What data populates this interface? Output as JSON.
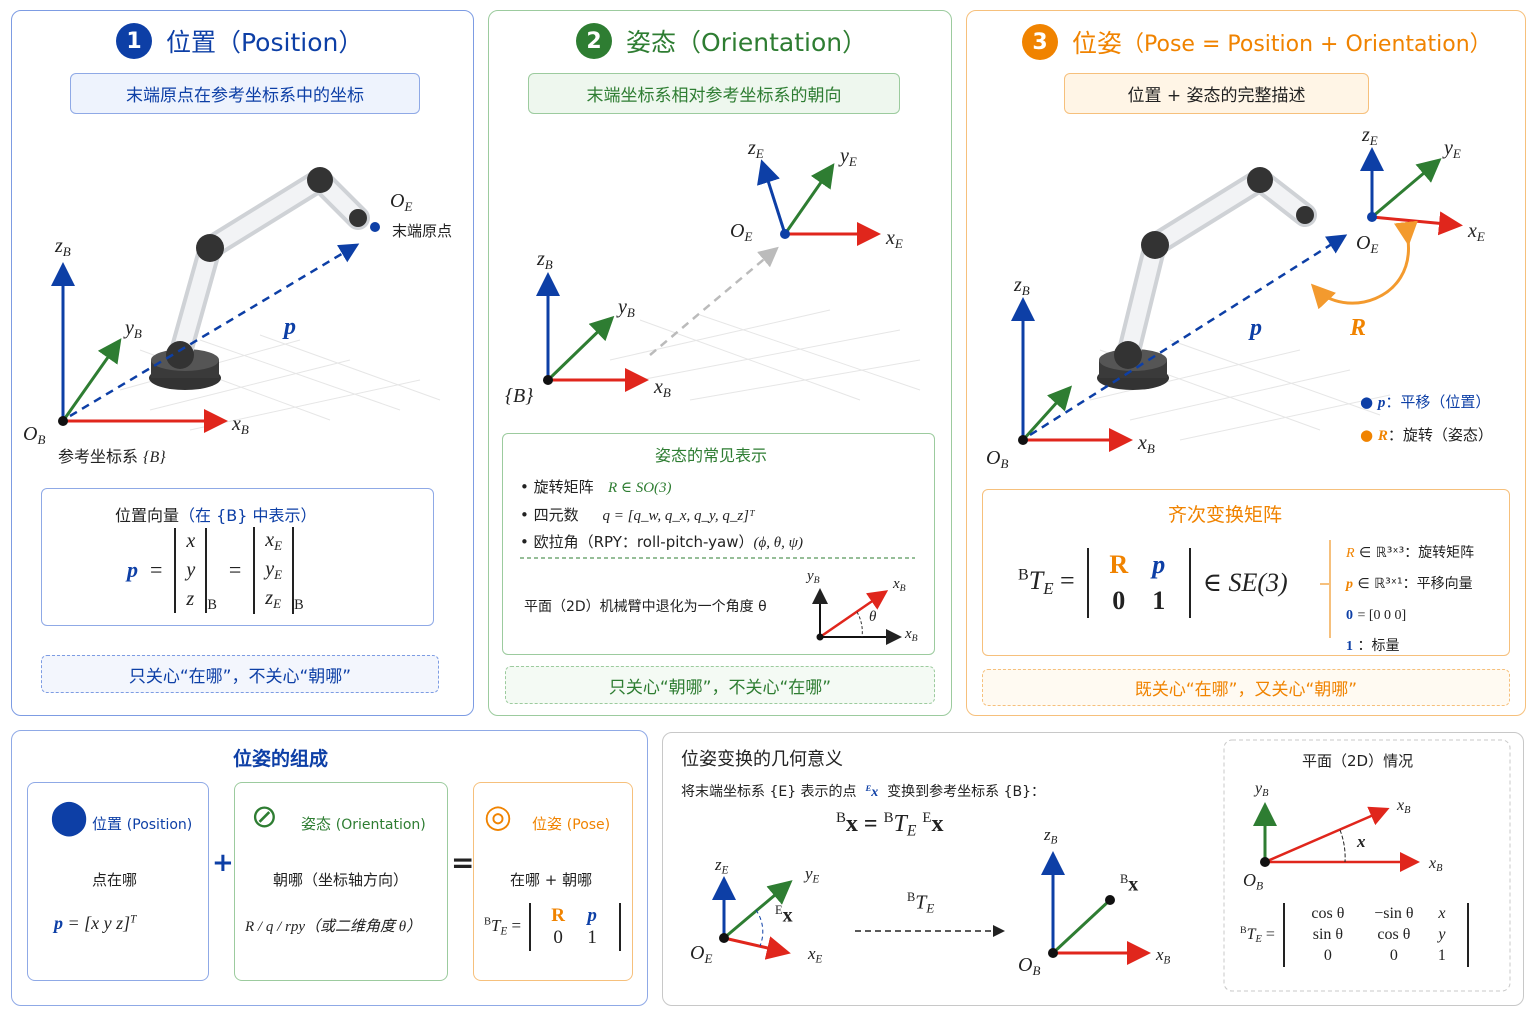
{
  "colors": {
    "blue": "#0d3fa6",
    "green": "#2e7d32",
    "orange": "#f08300",
    "red": "#e0261c"
  },
  "p1": {
    "num": "1",
    "title": "位置（Position）",
    "subtitle": "末端原点在参考坐标系中的坐标",
    "z": [
      "z",
      "B"
    ],
    "y": [
      "y",
      "B"
    ],
    "x": [
      "x",
      "B"
    ],
    "O": [
      "O",
      "B"
    ],
    "OE": [
      "O",
      "E"
    ],
    "oe_note": "末端原点",
    "p": "p",
    "ref": "参考坐标系",
    "ref_sym": "{B}",
    "box_title": "位置向量",
    "box_note": "（在 {B} 中表示）",
    "vec": [
      "x",
      "y",
      "z"
    ],
    "vecE": [
      "x",
      "y",
      "z"
    ],
    "vec_sub": "E",
    "outer_sub": "B",
    "eq": "=",
    "p_sym": "p",
    "footer": "只关心“在哪”，不关心“朝哪”"
  },
  "p2": {
    "num": "2",
    "title": "姿态（Orientation）",
    "subtitle": "末端坐标系相对参考坐标系的朝向",
    "zE": [
      "z",
      "E"
    ],
    "yE": [
      "y",
      "E"
    ],
    "xE": [
      "x",
      "E"
    ],
    "OE": [
      "O",
      "E"
    ],
    "zB": [
      "z",
      "B"
    ],
    "yB": [
      "y",
      "B"
    ],
    "xB": [
      "x",
      "B"
    ],
    "B": "{B}",
    "box_title": "姿态的常见表示",
    "items": [
      {
        "label": "旋转矩阵",
        "math": "R ∈ SO(3)"
      },
      {
        "label": "四元数",
        "math": "q = [q_w, q_x, q_y, q_z]ᵀ"
      },
      {
        "label": "欧拉角（RPY：roll-pitch-yaw）",
        "math": "(ϕ, θ, ψ)"
      }
    ],
    "planar": "平面（2D）机械臂中退化为一个角度 θ",
    "theta": "θ",
    "footer": "只关心“朝哪”，不关心“在哪”"
  },
  "p3": {
    "num": "3",
    "title": "位姿",
    "title_note": "（Pose = Position + Orientation）",
    "subtitle": "位置 + 姿态的完整描述",
    "zE": [
      "z",
      "E"
    ],
    "yE": [
      "y",
      "E"
    ],
    "xE": [
      "x",
      "E"
    ],
    "OE": [
      "O",
      "E"
    ],
    "zB": [
      "z",
      "B"
    ],
    "xB": [
      "x",
      "B"
    ],
    "OB": [
      "O",
      "B"
    ],
    "p": "p",
    "R": "R",
    "legend": [
      {
        "sym": "p",
        "text": "：平移（位置）"
      },
      {
        "sym": "R",
        "text": "：旋转（姿态）"
      }
    ],
    "box_title": "齐次变换矩阵",
    "lhs_sup": "B",
    "lhs": "T",
    "lhs_sub": "E",
    "m11": "R",
    "m12": "p",
    "m21": "0",
    "m22": "1",
    "set": "∈ SE(3)",
    "notes": [
      {
        "sym": "R",
        "rest": "∈ ℝ³ˣ³：旋转矩阵"
      },
      {
        "sym": "p",
        "rest": "∈ ℝ³ˣ¹：平移向量"
      },
      {
        "sym": "0",
        "rest": "= [0  0  0]"
      },
      {
        "sym": "1",
        "rest": "：标量"
      }
    ],
    "footer": "既关心“在哪”，又关心“朝哪”"
  },
  "composition": {
    "title": "位姿的组成",
    "plus": "+",
    "equals": "=",
    "cards": [
      {
        "title": "位置",
        "en": "(Position)",
        "desc": "点在哪",
        "formula": "= [x   y   z]",
        "formula_sym": "p",
        "sup": "T"
      },
      {
        "title": "姿态",
        "en": "(Orientation)",
        "desc": "朝哪（坐标轴方向）",
        "formula": "R / q / rpy（或二维角度 θ）"
      },
      {
        "title": "位姿",
        "en": "(Pose)",
        "desc": "在哪 + 朝哪",
        "m11": "R",
        "m12": "p",
        "m21": "0",
        "m22": "1"
      }
    ]
  },
  "geometry": {
    "title": "位姿变换的几何意义",
    "line_a": "将末端坐标系 {E} 表示的点",
    "line_pt": "x",
    "line_pt_sup": "E",
    "line_b": "变换到参考坐标系 {B}：",
    "eq": "x = ",
    "zE": [
      "z",
      "E"
    ],
    "yE": [
      "y",
      "E"
    ],
    "xE": [
      "x",
      "E"
    ],
    "OE": [
      "O",
      "E"
    ],
    "zB": [
      "z",
      "B"
    ],
    "xB": [
      "x",
      "B"
    ],
    "OB": [
      "O",
      "B"
    ],
    "ex": [
      "E",
      "x"
    ],
    "bx": [
      "B",
      "x"
    ],
    "arrow_label": [
      "B",
      "T",
      "E"
    ],
    "planar": {
      "title": "平面（2D）情况",
      "yB": [
        "y",
        "B"
      ],
      "xB1": [
        "x",
        "B"
      ],
      "xB2": [
        "x",
        "B"
      ],
      "OB": [
        "O",
        "B"
      ],
      "angle": "x",
      "matrix": [
        [
          "cos θ",
          "−sin θ",
          "x"
        ],
        [
          "sin θ",
          "cos θ",
          "y"
        ],
        [
          "0",
          "0",
          "1"
        ]
      ]
    }
  }
}
